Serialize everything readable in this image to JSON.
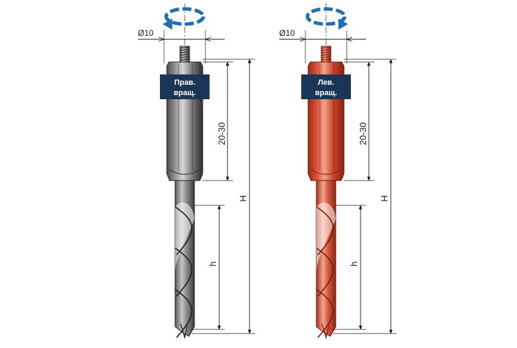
{
  "colors": {
    "arrow": "#1f6fb2",
    "badge_bg": "#1b3556",
    "badge_text": "#ffffff",
    "steel_dark": "#3a3a3a",
    "steel_light": "#b9b9b9",
    "red_dark": "#a8321b",
    "red_light": "#f0a68e"
  },
  "tools": [
    {
      "rotation": "clockwise",
      "badge_line1": "Прав.",
      "badge_line2": "вращ.",
      "diameter_label": "Ø10",
      "shank_length_label": "20-30",
      "total_length_label": "H",
      "flute_length_label": "h"
    },
    {
      "rotation": "counterclockwise",
      "badge_line1": "Лев.",
      "badge_line2": "вращ.",
      "diameter_label": "Ø10",
      "shank_length_label": "20-30",
      "total_length_label": "H",
      "flute_length_label": "h"
    }
  ]
}
